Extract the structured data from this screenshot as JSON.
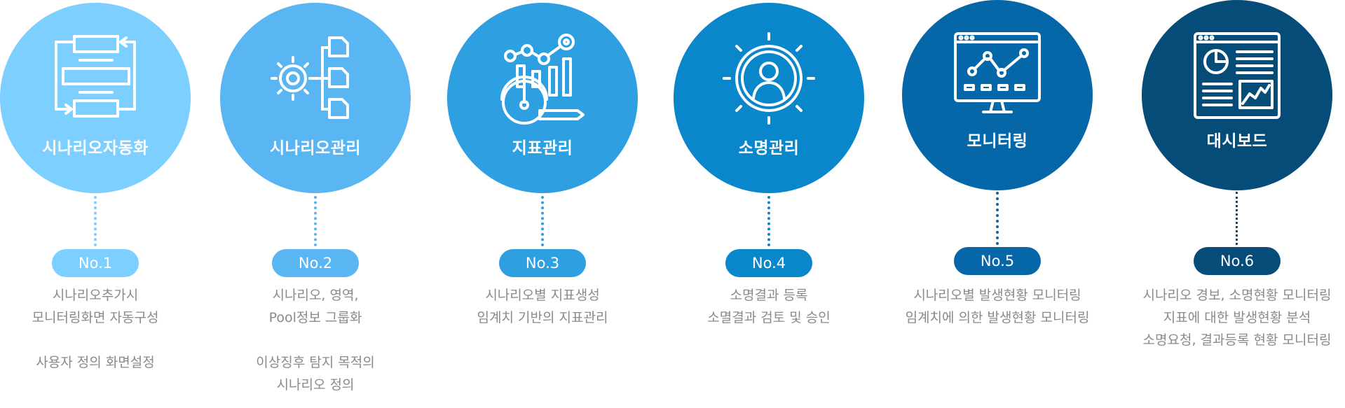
{
  "steps": [
    {
      "title": "시나리오자동화",
      "badge": "No.1",
      "color": "#7ccfff",
      "icon": "workflow-icon",
      "lines": [
        "시나리오추가시",
        "모니터링화면 자동구성",
        "",
        "사용자 정의 화면설정"
      ]
    },
    {
      "title": "시나리오관리",
      "badge": "No.2",
      "color": "#5ab6f2",
      "icon": "gear-folders-icon",
      "lines": [
        "시나리오, 영역,",
        "Pool정보 그룹화",
        "",
        "이상징후 탐지 목적의",
        "시나리오 정의"
      ]
    },
    {
      "title": "지표관리",
      "badge": "No.3",
      "color": "#2ea0e2",
      "icon": "gauge-chart-icon",
      "lines": [
        "시나리오별 지표생성",
        "임계치 기반의 지표관리"
      ]
    },
    {
      "title": "소명관리",
      "badge": "No.4",
      "color": "#0a86cb",
      "icon": "user-gear-icon",
      "lines": [
        "소명결과 등록",
        "소멸결과 검토 및 승인"
      ]
    },
    {
      "title": "모니터링",
      "badge": "No.5",
      "color": "#0667a8",
      "icon": "monitor-chart-icon",
      "lines": [
        "시나리오별 발생현황 모니터링",
        "임계치에 의한 발생현황 모니터링"
      ]
    },
    {
      "title": "대시보드",
      "badge": "No.6",
      "color": "#064c78",
      "icon": "dashboard-icon",
      "lines": [
        "시나리오 경보, 소명현황 모니터링",
        "지표에 대한 발생현황 분석",
        "소명요청, 결과등록 현황 모니터링"
      ]
    }
  ]
}
